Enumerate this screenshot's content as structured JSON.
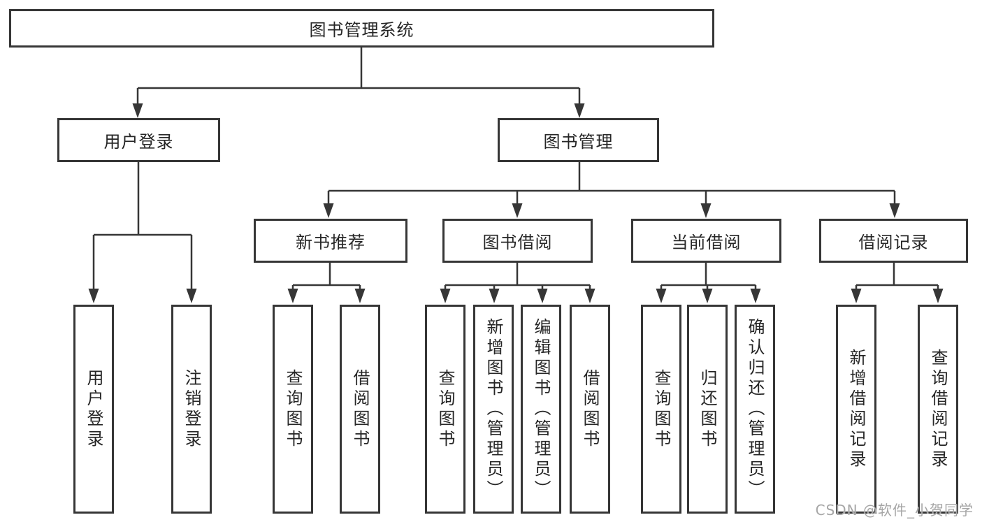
{
  "diagram": {
    "root": {
      "label": "图书管理系统"
    },
    "branches": [
      {
        "label": "用户登录",
        "children": [
          {
            "label": "用户登录"
          },
          {
            "label": "注销登录"
          }
        ]
      },
      {
        "label": "图书管理",
        "groups": [
          {
            "label": "新书推荐",
            "children": [
              {
                "label": "查询图书"
              },
              {
                "label": "借阅图书"
              }
            ]
          },
          {
            "label": "图书借阅",
            "children": [
              {
                "label": "查询图书"
              },
              {
                "label": "新增图书（管理员）"
              },
              {
                "label": "编辑图书（管理员）"
              },
              {
                "label": "借阅图书"
              }
            ]
          },
          {
            "label": "当前借阅",
            "children": [
              {
                "label": "查询图书"
              },
              {
                "label": "归还图书"
              },
              {
                "label": "确认归还（管理员）"
              }
            ]
          },
          {
            "label": "借阅记录",
            "children": [
              {
                "label": "新增借阅记录"
              },
              {
                "label": "查询借阅记录"
              }
            ]
          }
        ]
      }
    ]
  },
  "watermark": {
    "text": "CSDN @软件_小贺同学"
  },
  "colors": {
    "line": "#363636",
    "text": "#262626",
    "watermark": "#a6a6a6",
    "background": "#ffffff"
  }
}
